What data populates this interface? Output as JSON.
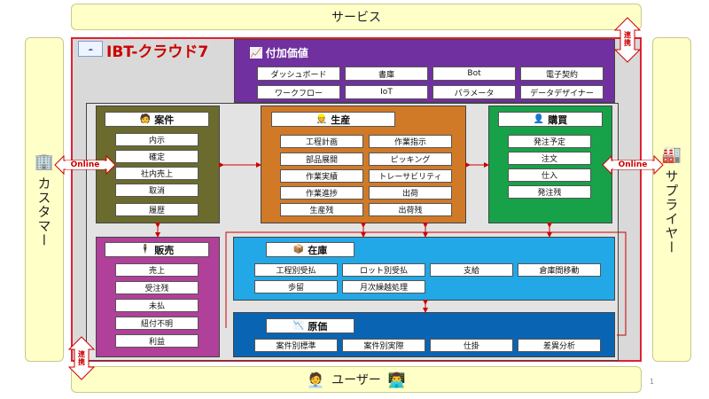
{
  "top_bar": {
    "label": "サービス"
  },
  "bottom_bar": {
    "label": "ユーザー"
  },
  "left_bar": {
    "label": "カスタマー"
  },
  "right_bar": {
    "label": "サプライヤー"
  },
  "brand": {
    "title": "IBT-クラウド7"
  },
  "online_label": "Online",
  "renkei_label_1": "連",
  "renkei_label_2": "携",
  "page_number": "1",
  "modules": {
    "added_value": {
      "title": "付加価値",
      "items": [
        "ダッシュボード",
        "書庫",
        "Bot",
        "電子契約",
        "ワークフロー",
        "IoT",
        "パラメータ",
        "データデザイナー"
      ]
    },
    "anken": {
      "title": "案件",
      "items": [
        "内示",
        "確定",
        "社内売上",
        "取消",
        "履歴"
      ]
    },
    "seisan": {
      "title": "生産",
      "items": [
        "工程計画",
        "作業指示",
        "部品展開",
        "ピッキング",
        "作業実績",
        "トレーサビリティ",
        "作業進捗",
        "出荷",
        "生産残",
        "出荷残"
      ]
    },
    "kobai": {
      "title": "購買",
      "items": [
        "発注予定",
        "注文",
        "仕入",
        "発注残"
      ]
    },
    "hanbai": {
      "title": "販売",
      "items": [
        "売上",
        "受注残",
        "未払",
        "紐付不明",
        "利益"
      ]
    },
    "zaiko": {
      "title": "在庫",
      "items": [
        "工程別受払",
        "ロット別受払",
        "支給",
        "倉庫間移動",
        "歩留",
        "月次繰越処理"
      ]
    },
    "genka": {
      "title": "原価",
      "items": [
        "案件別標準",
        "案件別実際",
        "仕掛",
        "差異分析"
      ]
    }
  },
  "colors": {
    "purple": "#70309f",
    "olive": "#6b6b2e",
    "orange": "#d07a28",
    "green": "#17a24a",
    "magenta": "#b0409a",
    "cyan": "#22a8e6",
    "navy": "#0a64b4",
    "red": "#d22233",
    "yellow": "#ffffc8"
  }
}
